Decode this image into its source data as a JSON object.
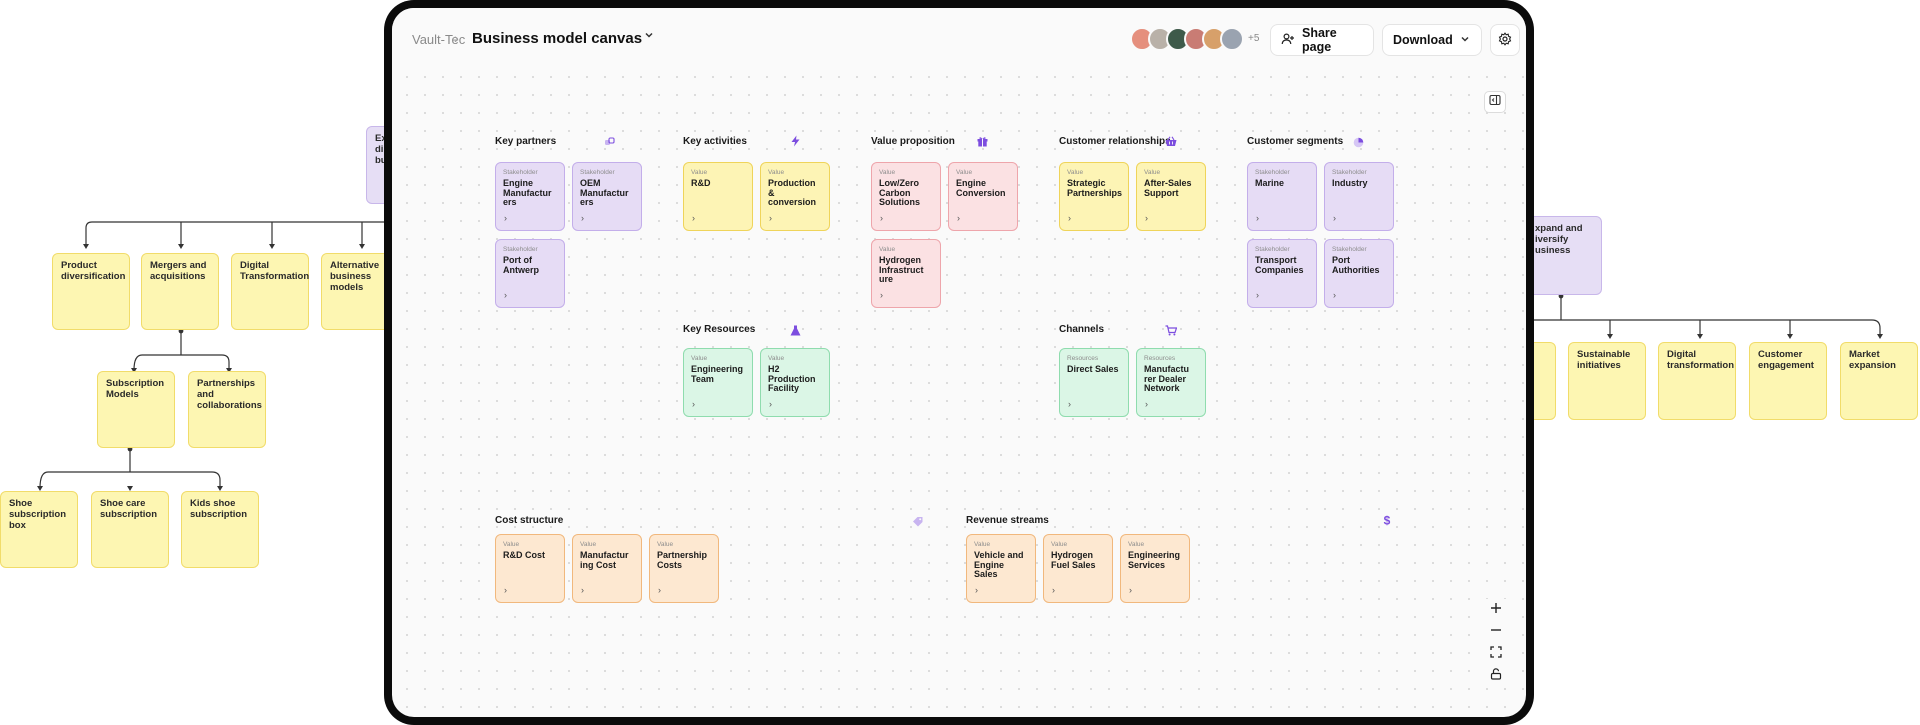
{
  "header": {
    "workspace": "Vault-Tec",
    "separator": "›",
    "page_title": "Business model canvas",
    "more_avatars": "+5",
    "share_label": "Share page",
    "download_label": "Download"
  },
  "avatar_colors": [
    "#e58f7d",
    "#b9b1a8",
    "#3e5a4a",
    "#c97c74",
    "#d7a06a",
    "#9aa3b0"
  ],
  "canvas": {
    "key_partners": {
      "title": "Key partners",
      "cards": [
        {
          "label": "Stakeholder",
          "title": "Engine Manufactur ers"
        },
        {
          "label": "Stakeholder",
          "title": "OEM Manufactur ers"
        },
        {
          "label": "Stakeholder",
          "title": "Port of Antwerp"
        }
      ]
    },
    "key_activities": {
      "title": "Key activities",
      "cards": [
        {
          "label": "Value",
          "title": "R&D"
        },
        {
          "label": "Value",
          "title": "Production & conversion"
        }
      ]
    },
    "value_proposition": {
      "title": "Value proposition",
      "cards": [
        {
          "label": "Value",
          "title": "Low/Zero Carbon Solutions"
        },
        {
          "label": "Value",
          "title": "Engine Conversion"
        },
        {
          "label": "Value",
          "title": "Hydrogen Infrastruct ure"
        }
      ]
    },
    "customer_relationships": {
      "title": "Customer relationships",
      "cards": [
        {
          "label": "Value",
          "title": "Strategic Partnerships"
        },
        {
          "label": "Value",
          "title": "After-Sales Support"
        }
      ]
    },
    "customer_segments": {
      "title": "Customer segments",
      "cards": [
        {
          "label": "Stakeholder",
          "title": "Marine"
        },
        {
          "label": "Stakeholder",
          "title": "Industry"
        },
        {
          "label": "Stakeholder",
          "title": "Transport Companies"
        },
        {
          "label": "Stakeholder",
          "title": "Port Authorities"
        }
      ]
    },
    "key_resources": {
      "title": "Key Resources",
      "cards": [
        {
          "label": "Value",
          "title": "Engineering Team"
        },
        {
          "label": "Value",
          "title": "H2 Production Facility"
        }
      ]
    },
    "channels": {
      "title": "Channels",
      "cards": [
        {
          "label": "Resources",
          "title": "Direct Sales"
        },
        {
          "label": "Resources",
          "title": "Manufactu rer Dealer Network"
        }
      ]
    },
    "cost_structure": {
      "title": "Cost structure",
      "cards": [
        {
          "label": "Value",
          "title": "R&D Cost"
        },
        {
          "label": "Value",
          "title": "Manufactur ing Cost"
        },
        {
          "label": "Value",
          "title": "Partnership Costs"
        }
      ]
    },
    "revenue_streams": {
      "title": "Revenue streams",
      "cards": [
        {
          "label": "Value",
          "title": "Vehicle and Engine Sales"
        },
        {
          "label": "Value",
          "title": "Hydrogen Fuel Sales"
        },
        {
          "label": "Value",
          "title": "Engineering Services"
        }
      ]
    },
    "card_arrow": "›"
  },
  "left_map": {
    "root_partial": "Ex di bu",
    "nodes": [
      "Product diversification",
      "Mergers and acquisitions",
      "Digital Transformation",
      "Alternative business models"
    ],
    "level2": [
      "Subscription Models",
      "Partnerships and collaborations"
    ],
    "level3": [
      "Shoe subscription box",
      "Shoe care subscription",
      "Kids shoe subscription"
    ]
  },
  "right_map": {
    "root_partial": "xpand and iversify usiness",
    "nodes": [
      "Sustainable initiatives",
      "Digital transformation",
      "Customer engagement",
      "Market expansion"
    ]
  }
}
